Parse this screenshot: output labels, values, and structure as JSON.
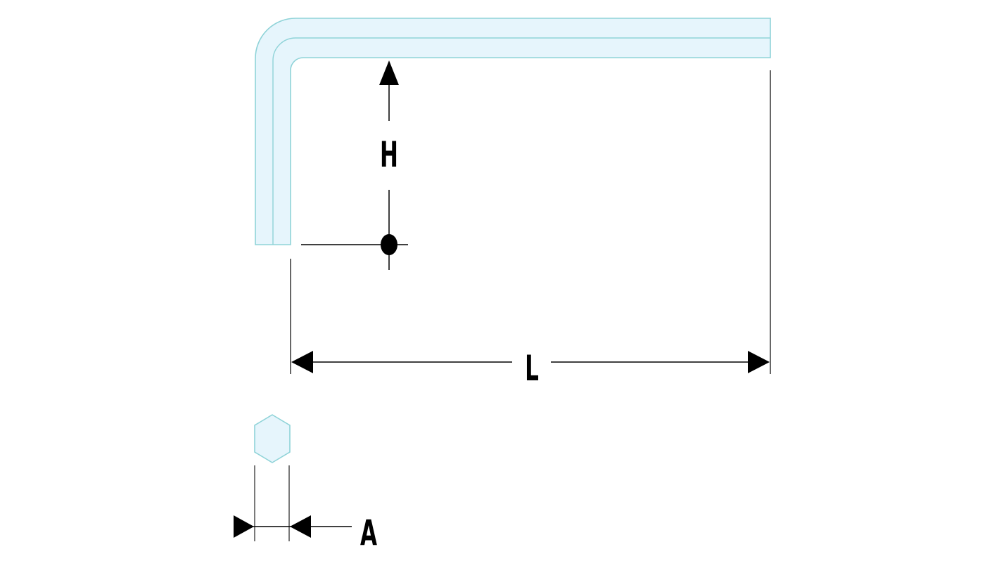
{
  "labels": {
    "height": "H",
    "length": "L",
    "across_flats": "A"
  },
  "colors": {
    "key_fill": "#e6f5fc",
    "key_outline": "#8fd3d8",
    "dimension_line": "#000000",
    "extension_line": "#333333",
    "background": "#ffffff"
  }
}
